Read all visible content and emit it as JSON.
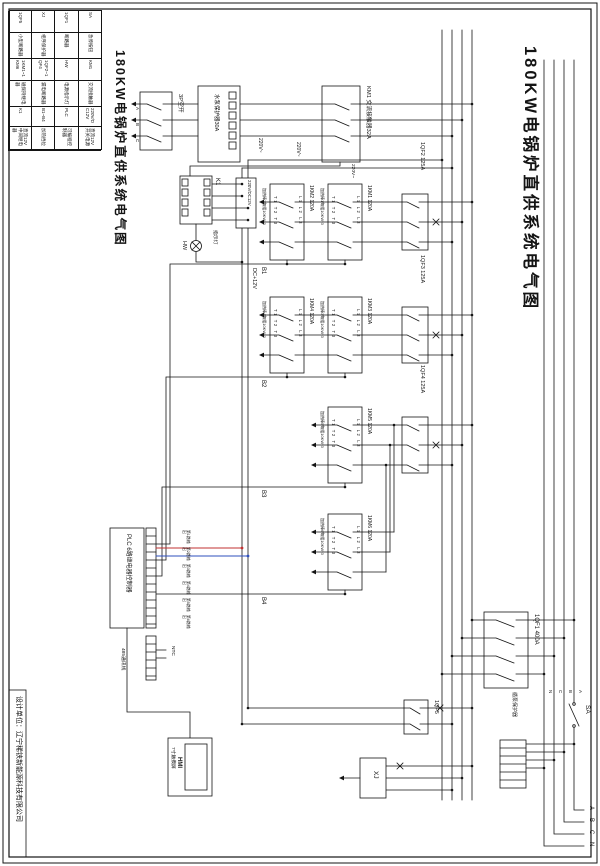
{
  "colors": {
    "ink": "#141414",
    "red": "#c23232",
    "blue": "#2e4fbe",
    "paper": "#ffffff"
  },
  "titles": {
    "main": "180KW电锅炉直供系统电气图",
    "sub": "180KW电锅炉直供系统电气图",
    "design_unit": "设计单位：辽宁稀铗新能源科技有限公司"
  },
  "phases": {
    "a": "A",
    "b": "B",
    "c": "C",
    "n": "N"
  },
  "legend": {
    "rows": [
      [
        "SA",
        "急停按钮",
        "KM1",
        "交流接触器",
        "220V/DC12V",
        "直流12V开关电源"
      ],
      [
        "1QF1",
        "断路器",
        "HW",
        "电源指示灯",
        "PLC",
        "可编程控制器"
      ],
      [
        "XJ",
        "相序保护器",
        "1QF2~1QF4",
        "漏电断路器",
        "B1~B4",
        "加热挡位"
      ],
      [
        "1QF5",
        "小型断路器",
        "1KM1~1KM6",
        "磁保持继电器",
        "K1",
        "直流12V中间继电器"
      ]
    ]
  },
  "components": {
    "qf1": "1QF1 400A",
    "sa": "SA",
    "pump_protector2": "循泵保护器",
    "qf5": "1QF5",
    "xj": "XJ",
    "km1": "KM1 交流接触器32A",
    "pump_protector1": "水泵保护器30A",
    "air_switch": "3P空开",
    "psu": "220V/DC12V",
    "k1": "K1",
    "hw": "HW",
    "plc": "PLC 6路继电器控制器",
    "hmi_title": "HMI",
    "hmi_sub": "7寸触摸屏"
  },
  "labels": {
    "v220": "220V~",
    "dc12": "DC+12V",
    "indicator": "指示灯",
    "ntc": "NTC",
    "comm": "485通讯线"
  },
  "groups": [
    {
      "qf": "1QF2 125A",
      "level": "B1",
      "units": [
        {
          "name": "1KM1 120A",
          "l": "L1 L2 L3",
          "t": "T1 T2 T3",
          "heater": "加热棒1每组10KW*3"
        },
        {
          "name": "1KM2 120A",
          "l": "L1 L2 L3",
          "t": "T1 T2 T3",
          "heater": "加热棒2每组10KW*3"
        }
      ]
    },
    {
      "qf": "1QF3 125A",
      "level": "B2",
      "units": [
        {
          "name": "1KM3 120A",
          "l": "L1 L2 L3",
          "t": "T1 T2 T3",
          "heater": "加热棒3每组10KW*3"
        },
        {
          "name": "1KM4 120A",
          "l": "L1 L2 L3",
          "t": "T1 T2 T3",
          "heater": "加热棒4每组10KW*3"
        }
      ]
    },
    {
      "qf": "1QF4 125A",
      "level": "B3",
      "units": [
        {
          "name": "1KM5 120A",
          "l": "L1 L2 L3",
          "t": "T1 T2 T3",
          "heater": "加热棒5每组10KW*3"
        }
      ]
    },
    {
      "level": "B4",
      "units": [
        {
          "name": "1KM6 120A",
          "l": "L1 L2 L3",
          "t": "T1 T2 T3",
          "heater": "加热棒6每组10KW*3"
        }
      ]
    }
  ],
  "plc_outputs": [
    "第1路输出",
    "第2路输出",
    "第3路输出",
    "第4路输出",
    "第5路输出",
    "第6路输出"
  ]
}
